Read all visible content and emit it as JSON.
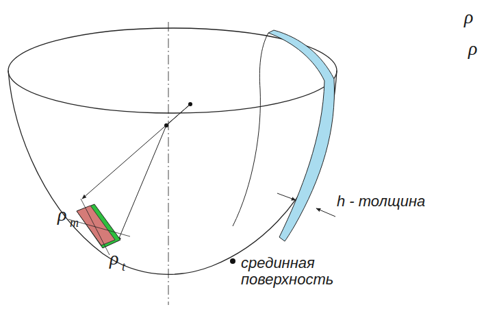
{
  "diagram": {
    "labels": [
      "ρ",
      "m",
      "ρ",
      "t",
      "h - толщина",
      "срединная поверхность",
      "ρ",
      "ρ"
    ]
  }
}
